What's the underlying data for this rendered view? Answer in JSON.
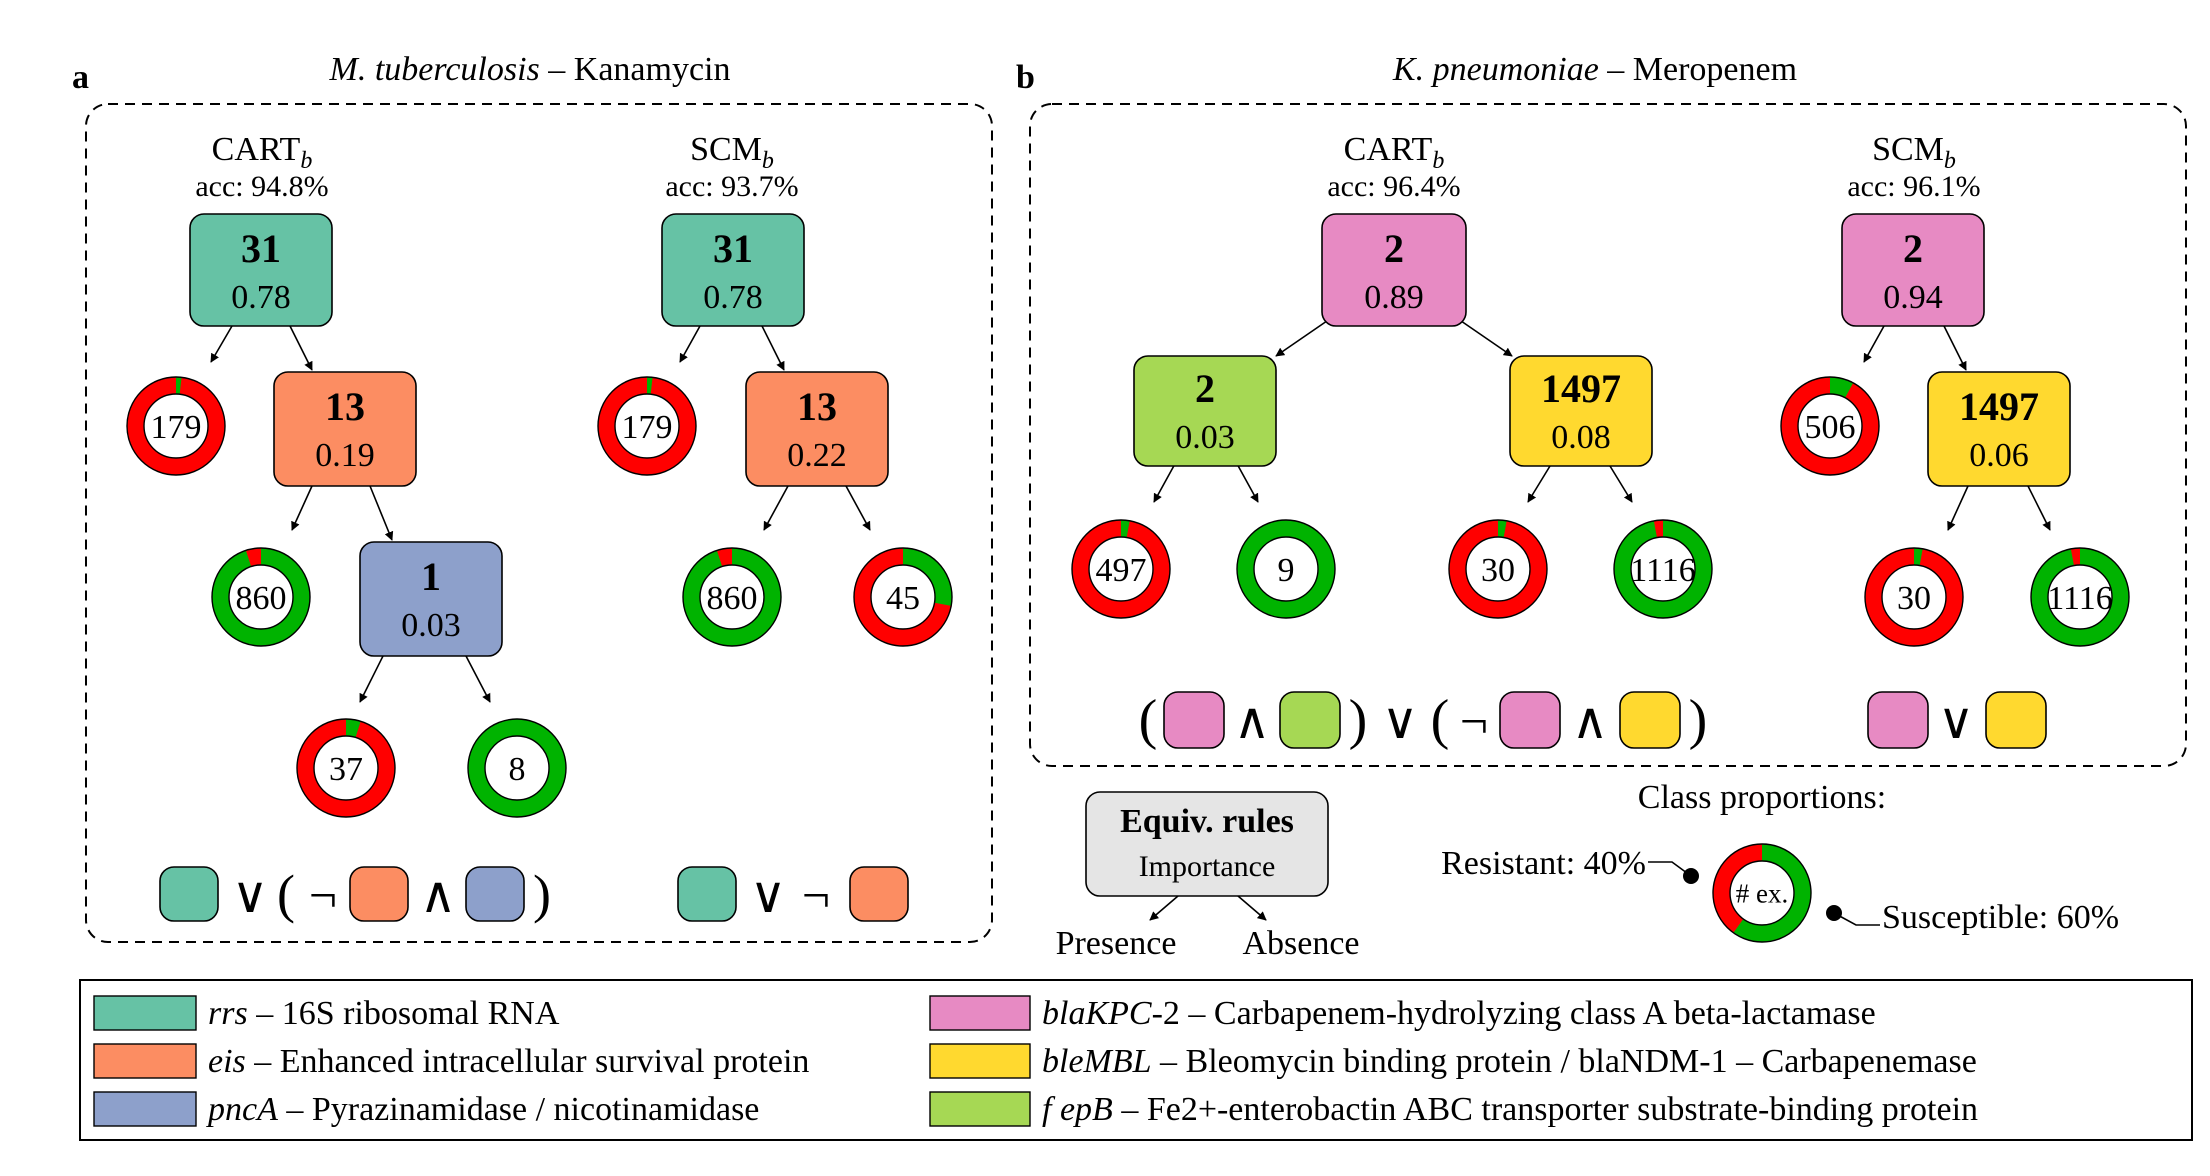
{
  "colors": {
    "rrs": "#66c2a5",
    "eis": "#fc8d62",
    "pncA": "#8da0cb",
    "blaKPC": "#e78ac3",
    "bleMBL": "#ffd92f",
    "fepB": "#a6d854",
    "resistant": "#ff0000",
    "susceptible": "#00b300",
    "legend_node": "#e5e5e5"
  },
  "panel_a": {
    "letter": "a",
    "title_italic": "M. tuberculosis",
    "title_rest": " – Kanamycin",
    "trees": [
      {
        "name": "CART",
        "subscript": "b",
        "accuracy": "acc: 94.8%",
        "nodes": [
          {
            "id": "a1r",
            "bold": "31",
            "value": "0.78",
            "color": "rrs"
          },
          {
            "id": "a1n",
            "bold": "13",
            "value": "0.19",
            "color": "eis"
          },
          {
            "id": "a1p",
            "bold": "1",
            "value": "0.03",
            "color": "pncA"
          }
        ],
        "leaves": [
          {
            "count": "179",
            "resistant_fraction": 0.98
          },
          {
            "count": "860",
            "resistant_fraction": 0.05
          },
          {
            "count": "37",
            "resistant_fraction": 0.95
          },
          {
            "count": "8",
            "resistant_fraction": 0.0
          }
        ]
      },
      {
        "name": "SCM",
        "subscript": "b",
        "accuracy": "acc: 93.7%",
        "nodes": [
          {
            "id": "a2r",
            "bold": "31",
            "value": "0.78",
            "color": "rrs"
          },
          {
            "id": "a2n",
            "bold": "13",
            "value": "0.22",
            "color": "eis"
          }
        ],
        "leaves": [
          {
            "count": "179",
            "resistant_fraction": 0.98
          },
          {
            "count": "860",
            "resistant_fraction": 0.05
          },
          {
            "count": "45",
            "resistant_fraction": 0.72
          }
        ]
      }
    ],
    "rule_cart": {
      "or": "∨",
      "not": "¬",
      "and": "∧",
      "lparen": "(",
      "rparen": ")"
    },
    "rule_scm": {
      "or": "∨",
      "not": "¬"
    }
  },
  "panel_b": {
    "letter": "b",
    "title_italic": "K. pneumoniae",
    "title_rest": " – Meropenem",
    "trees": [
      {
        "name": "CART",
        "subscript": "b",
        "accuracy": "acc: 96.4%",
        "nodes": [
          {
            "id": "b1r",
            "bold": "2",
            "value": "0.89",
            "color": "blaKPC"
          },
          {
            "id": "b1f",
            "bold": "2",
            "value": "0.03",
            "color": "fepB"
          },
          {
            "id": "b1m",
            "bold": "1497",
            "value": "0.08",
            "color": "bleMBL"
          }
        ],
        "leaves": [
          {
            "count": "497",
            "resistant_fraction": 0.97
          },
          {
            "count": "9",
            "resistant_fraction": 0.0
          },
          {
            "count": "30",
            "resistant_fraction": 0.97
          },
          {
            "count": "1116",
            "resistant_fraction": 0.03
          }
        ]
      },
      {
        "name": "SCM",
        "subscript": "b",
        "accuracy": "acc: 96.1%",
        "nodes": [
          {
            "id": "b2r",
            "bold": "2",
            "value": "0.94",
            "color": "blaKPC"
          },
          {
            "id": "b2m",
            "bold": "1497",
            "value": "0.06",
            "color": "bleMBL"
          }
        ],
        "leaves": [
          {
            "count": "506",
            "resistant_fraction": 0.92
          },
          {
            "count": "30",
            "resistant_fraction": 0.97
          },
          {
            "count": "1116",
            "resistant_fraction": 0.03
          }
        ]
      }
    ],
    "rule_cart": {
      "or": "∨",
      "not": "¬",
      "and": "∧",
      "lparen": "(",
      "rparen": ")"
    },
    "rule_scm": {
      "or": "∨"
    }
  },
  "key": {
    "node_title": "Equiv. rules",
    "node_sub": "Importance",
    "presence": "Presence",
    "absence": "Absence",
    "class_title": "Class proportions:",
    "resistant": "Resistant: 40%",
    "susceptible": "Susceptible: 60%",
    "examples": "# ex.",
    "resistant_fraction": 0.4
  },
  "legend": [
    {
      "color": "rrs",
      "gene": "rrs",
      "desc": " – 16S ribosomal RNA"
    },
    {
      "color": "eis",
      "gene": "eis",
      "desc": " – Enhanced intracellular survival protein"
    },
    {
      "color": "pncA",
      "gene": "pncA",
      "desc": " – Pyrazinamidase / nicotinamidase"
    },
    {
      "color": "blaKPC",
      "gene": "blaKPC",
      "desc": "-2 – Carbapenem-hydrolyzing class A beta-lactamase"
    },
    {
      "color": "bleMBL",
      "gene": "bleMBL",
      "desc": " – Bleomycin binding protein / blaNDM-1 – Carbapenemase"
    },
    {
      "color": "fepB",
      "gene": "f epB",
      "desc": " – Fe2+-enterobactin ABC transporter substrate-binding protein"
    }
  ]
}
